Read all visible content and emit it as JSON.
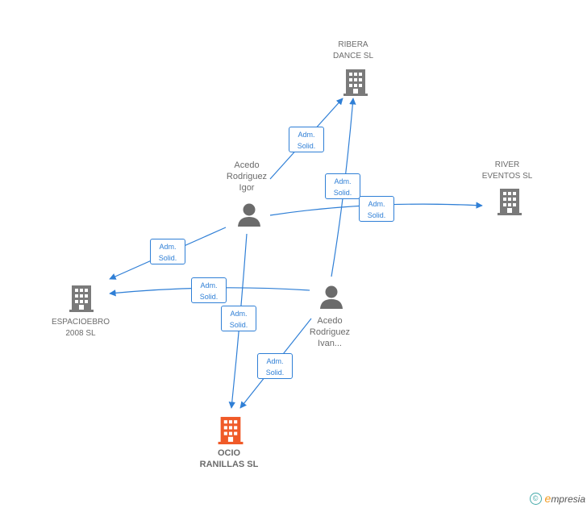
{
  "colors": {
    "edge": "#2f7fd6",
    "company": "#7a7a7a",
    "main_company": "#f05a28",
    "person": "#6b6b6b"
  },
  "nodes": {
    "ribera": {
      "label": "RIBERA\nDANCE SL",
      "icon": "building-icon"
    },
    "river": {
      "label": "RIVER\nEVENTOS SL",
      "icon": "building-icon"
    },
    "espacioebro": {
      "label": "ESPACIOEBRO\n2008 SL",
      "icon": "building-icon"
    },
    "ocio": {
      "label": "OCIO\nRANILLAS SL",
      "icon": "building-icon"
    },
    "igor": {
      "label": "Acedo\nRodriguez\nIgor",
      "icon": "person-icon"
    },
    "ivan": {
      "label": "Acedo\nRodriguez\nIvan...",
      "icon": "person-icon"
    }
  },
  "edges": [
    {
      "from": "igor",
      "to": "ribera",
      "line1": "Adm.",
      "line2": "Solid."
    },
    {
      "from": "ivan",
      "to": "ribera",
      "line1": "Adm.",
      "line2": "Solid."
    },
    {
      "from": "igor",
      "to": "river",
      "line1": "Adm.",
      "line2": "Solid."
    },
    {
      "from": "igor",
      "to": "espacioebro",
      "line1": "Adm.",
      "line2": "Solid."
    },
    {
      "from": "ivan",
      "to": "espacioebro",
      "line1": "Adm.",
      "line2": "Solid."
    },
    {
      "from": "igor",
      "to": "ocio",
      "line1": "Adm.",
      "line2": "Solid."
    },
    {
      "from": "ivan",
      "to": "ocio",
      "line1": "Adm.",
      "line2": "Solid."
    }
  ],
  "footer": {
    "copyright": "©",
    "brand_initial": "e",
    "brand_rest": "mpresia"
  }
}
